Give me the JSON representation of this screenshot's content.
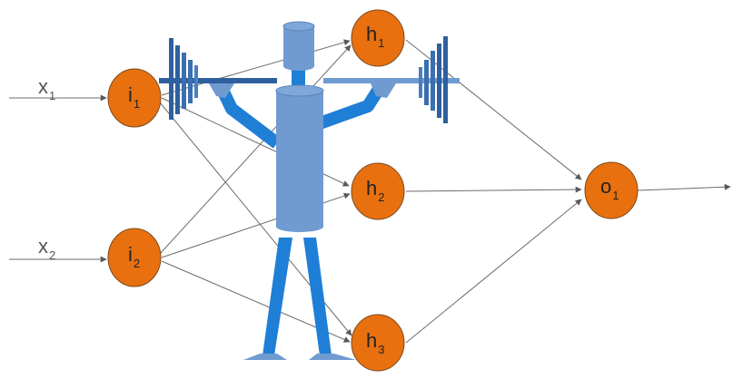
{
  "inputs": [
    {
      "label": "x",
      "sub": "1"
    },
    {
      "label": "x",
      "sub": "2"
    }
  ],
  "input_nodes": [
    {
      "label": "i",
      "sub": "1"
    },
    {
      "label": "i",
      "sub": "2"
    }
  ],
  "hidden_nodes": [
    {
      "label": "h",
      "sub": "1"
    },
    {
      "label": "h",
      "sub": "2"
    },
    {
      "label": "h",
      "sub": "3"
    }
  ],
  "output_nodes": [
    {
      "label": "o",
      "sub": "1"
    }
  ],
  "colors": {
    "node_fill": "#e8700f",
    "node_stroke": "#7a4a1f",
    "edge": "#6b6b6b",
    "arrow": "#5a5a5a",
    "figure_body": "#6f9bd1",
    "figure_limb": "#1f7fd6",
    "barbell": "#3a6fb0"
  },
  "icons": [
    "weightlifter-figure-icon",
    "barbell-icon"
  ]
}
